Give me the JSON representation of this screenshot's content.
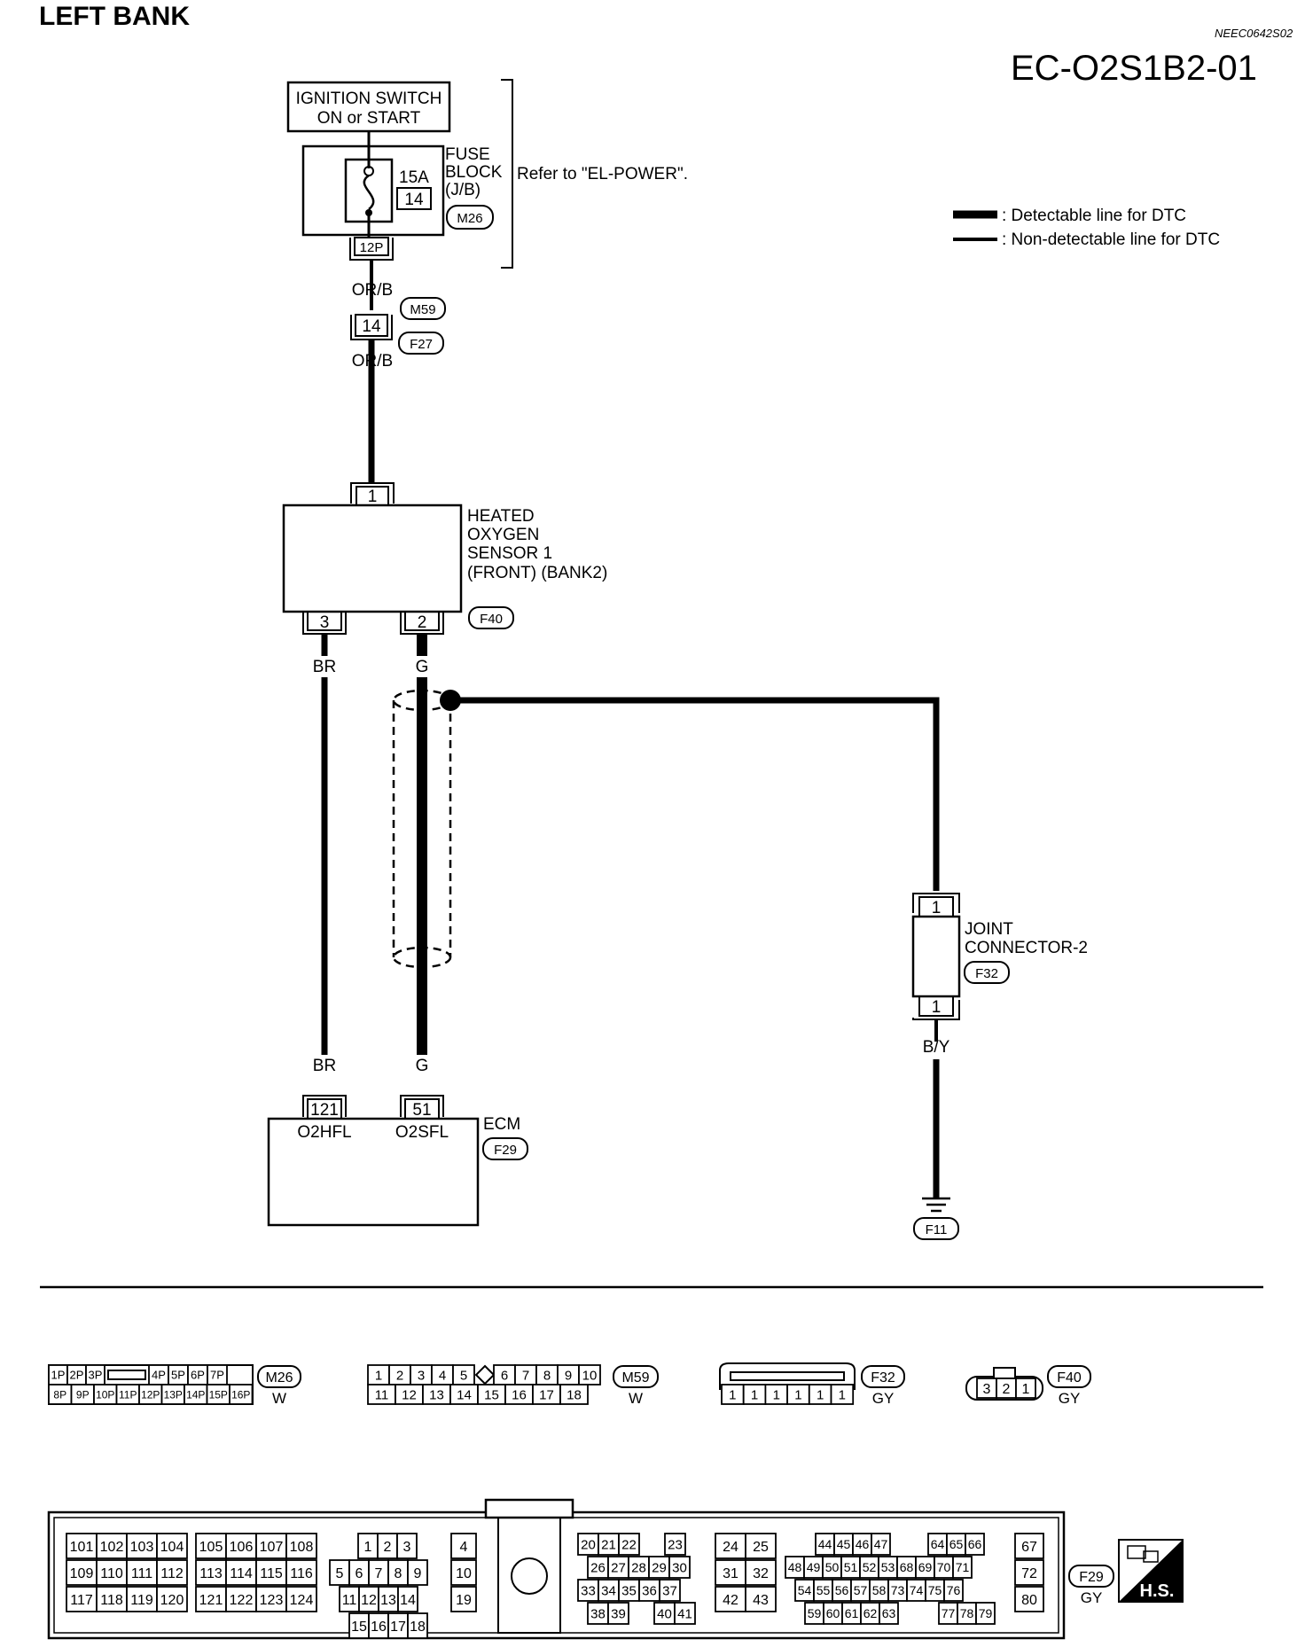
{
  "header": {
    "title": "LEFT BANK",
    "ref_code": "NEEC0642S02",
    "diagram_code": "EC-O2S1B2-01"
  },
  "legend": {
    "detectable": ": Detectable line for DTC",
    "non_detectable": ": Non-detectable line for DTC"
  },
  "components": {
    "ignition": [
      "IGNITION SWITCH",
      "ON or START"
    ],
    "fuse_block": [
      "FUSE",
      "BLOCK",
      "(J/B)"
    ],
    "fuse_amp": "15A",
    "fuse_number": "14",
    "fuse_connector": "M26",
    "fuse_terminal": "12P",
    "refer": "Refer to \"EL-POWER\".",
    "sensor": [
      "HEATED",
      "OXYGEN",
      "SENSOR 1",
      "(FRONT) (BANK2)"
    ],
    "sensor_connector": "F40",
    "sensor_terminals": [
      "1",
      "3",
      "2"
    ],
    "joint": [
      "JOINT",
      "CONNECTOR-2"
    ],
    "joint_connector": "F32",
    "joint_terminals": [
      "1",
      "1"
    ],
    "ecm": "ECM",
    "ecm_connector": "F29",
    "ecm_terminals": [
      "121",
      "51"
    ],
    "ecm_pins": [
      "O2HFL",
      "O2SFL"
    ],
    "ground": "F11",
    "mid_connector_top": "M59",
    "mid_connector_bottom": "F27",
    "mid_terminal": "14"
  },
  "wires": {
    "orb": "OR/B",
    "br": "BR",
    "g": "G",
    "by": "B/Y"
  },
  "connectors": {
    "m26": {
      "id": "M26",
      "color": "W",
      "row1": [
        "1P",
        "2P",
        "3P",
        "",
        "4P",
        "5P",
        "6P",
        "7P"
      ],
      "row2": [
        "8P",
        "9P",
        "10P",
        "11P",
        "12P",
        "13P",
        "14P",
        "15P",
        "16P"
      ]
    },
    "m59": {
      "id": "M59",
      "color": "W",
      "row1": [
        "1",
        "2",
        "3",
        "4",
        "5",
        "",
        "6",
        "7",
        "8",
        "9",
        "10"
      ],
      "row2": [
        "11",
        "12",
        "13",
        "14",
        "15",
        "16",
        "17",
        "18"
      ]
    },
    "f32": {
      "id": "F32",
      "color": "GY",
      "pins": [
        "1",
        "1",
        "1",
        "1",
        "1",
        "1"
      ]
    },
    "f40": {
      "id": "F40",
      "color": "GY",
      "pins": [
        "3",
        "2",
        "1"
      ]
    },
    "f29": {
      "id": "F29",
      "color": "GY",
      "hs": "H.S.",
      "g1": [
        [
          "101",
          "102",
          "103",
          "104"
        ],
        [
          "109",
          "110",
          "111",
          "112"
        ],
        [
          "117",
          "118",
          "119",
          "120"
        ]
      ],
      "g2": [
        [
          "105",
          "106",
          "107",
          "108"
        ],
        [
          "113",
          "114",
          "115",
          "116"
        ],
        [
          "121",
          "122",
          "123",
          "124"
        ]
      ],
      "g3": [
        [
          "1",
          "2",
          "3"
        ],
        [
          "5",
          "6",
          "7",
          "8",
          "9"
        ],
        [
          "11",
          "12",
          "13",
          "14"
        ],
        [
          "15",
          "16",
          "17",
          "18"
        ]
      ],
      "g4": [
        "4",
        "10",
        "19"
      ],
      "g5": [
        [
          "20",
          "21",
          "22",
          "23"
        ],
        [
          "26",
          "27",
          "28",
          "29",
          "30"
        ],
        [
          "33",
          "34",
          "35",
          "36",
          "37"
        ],
        [
          "38",
          "39",
          "40",
          "41"
        ]
      ],
      "g6": [
        [
          "24",
          "25"
        ],
        [
          "31",
          "32"
        ],
        [
          "42",
          "43"
        ]
      ],
      "g7": [
        [
          "44",
          "45",
          "46",
          "47",
          "64",
          "65",
          "66"
        ],
        [
          "48",
          "49",
          "50",
          "51",
          "52",
          "53",
          "68",
          "69",
          "70",
          "71"
        ],
        [
          "54",
          "55",
          "56",
          "57",
          "58",
          "73",
          "74",
          "75",
          "76"
        ],
        [
          "59",
          "60",
          "61",
          "62",
          "63",
          "77",
          "78",
          "79"
        ]
      ],
      "g8": [
        "67",
        "72",
        "80"
      ]
    }
  }
}
